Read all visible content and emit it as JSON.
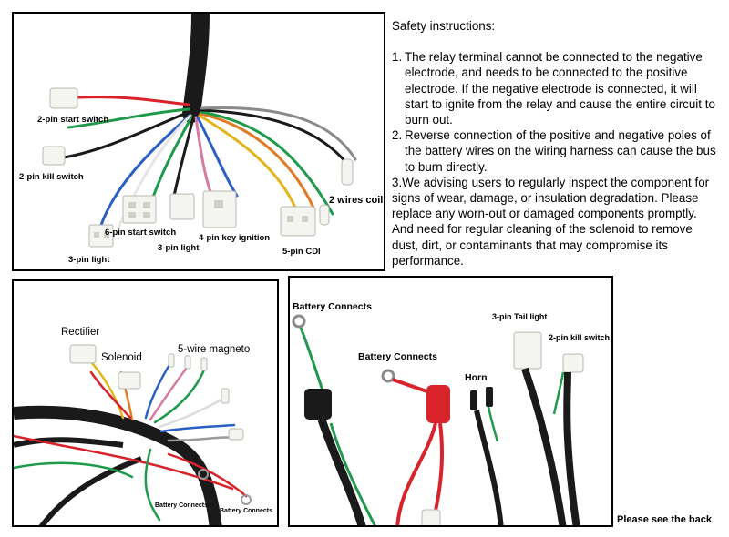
{
  "panel_top": {
    "labels": {
      "start_switch_2pin": "2-pin start switch",
      "kill_switch_2pin": "2-pin kill switch",
      "light_3pin_left": "3-pin light",
      "start_switch_6pin": "6-pin start switch",
      "light_3pin_mid": "3-pin light",
      "key_ignition_4pin": "4-pin key ignition",
      "cdi_5pin": "5-pin CDI",
      "coil_2wires": "2 wires coil"
    }
  },
  "panel_bottom_left": {
    "labels": {
      "rectifier": "Rectifier",
      "solenoid": "Solenoid",
      "magneto": "5-wire magneto",
      "battery_1": "Battery Connects",
      "battery_2": "Battery Connects"
    }
  },
  "panel_bottom_right": {
    "labels": {
      "battery_top": "Battery Connects",
      "battery_mid": "Battery Connects",
      "horn": "Horn",
      "tail_light": "3-pin Tail light",
      "kill_switch": "2-pin kill switch"
    }
  },
  "safety": {
    "title": "Safety instructions:",
    "items": [
      {
        "num": "1.",
        "text": "The relay terminal cannot be connected to the negative electrode, and needs to be connected to the positive electrode. If the negative electrode is connected, it will start to ignite from the relay and cause the entire circuit to burn out."
      },
      {
        "num": "2.",
        "text": "Reverse connection of the positive and negative poles of the battery wires on the wiring harness can cause the bus to burn directly."
      },
      {
        "num": "3.",
        "text": "We advising users to regularly inspect the component for signs of wear, damage, or insulation degradation. Please replace any worn-out or damaged components promptly. And need for regular cleaning of the solenoid to remove dust, dirt, or contaminants that may compromise its performance."
      }
    ]
  },
  "footer": "Please see the back",
  "colors": {
    "harness": "#1a1a1a",
    "wire_red": "#d9232a",
    "wire_green": "#1f9a4a",
    "wire_yellow": "#e2b51d",
    "wire_blue": "#2a5fc4",
    "wire_orange": "#e07a25",
    "wire_white": "#ececec",
    "connector": "#f4f4f0"
  }
}
